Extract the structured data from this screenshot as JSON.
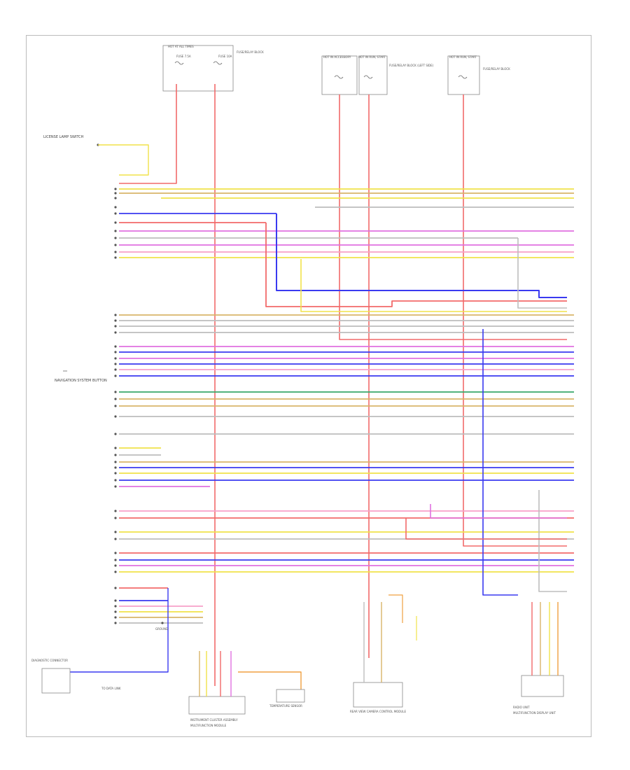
{
  "diagram": {
    "colors": {
      "red": "#f26a6a",
      "yellow": "#f1e24a",
      "blue": "#3a3af0",
      "violet": "#e070e0",
      "pink": "#f7a0c8",
      "green": "#3aa86a",
      "tan": "#d8b46a",
      "gray": "#bdbdbd",
      "brown": "#a0703a",
      "orange": "#f0a040"
    },
    "labels": {
      "top_fuse_block": "HOT AT ALL TIMES",
      "top_fuse_1": "FUSE 7.5A",
      "top_fuse_2": "FUSE 10A",
      "top_fuse_panel": "FUSE/RELAY BLOCK",
      "mid_fuse_1": "HOT IN ACCESSORY",
      "mid_fuse_2": "HOT IN RUN, START",
      "mid_fuse_3": "FUSE/RELAY BLOCK (LEFT SIDE)",
      "right_fuse_1": "HOT IN RUN, START",
      "right_fuse_2": "FUSE/RELAY BLOCK",
      "left_switch": "LICENSE LAMP SWITCH",
      "left_module": "NAVIGATION SYSTEM BUTTON",
      "bottom_left_module": "DIAGNOSTIC CONNECTOR",
      "bottom_left_note": "TO DATA LINK",
      "bottom_ground": "GROUND",
      "bottom_center_module": "INSTRUMENT CLUSTER ASSEMBLY",
      "bottom_center_note": "MULTIFUNCTION MODULE",
      "bottom_mid_module": "TEMPERATURE SENSOR",
      "bottom_right_module": "REAR VIEW CAMERA CONTROL MODULE",
      "bottom_far_right_module": "RADIO UNIT",
      "bottom_far_right_note": "MULTIFUNCTION DISPLAY UNIT"
    }
  }
}
